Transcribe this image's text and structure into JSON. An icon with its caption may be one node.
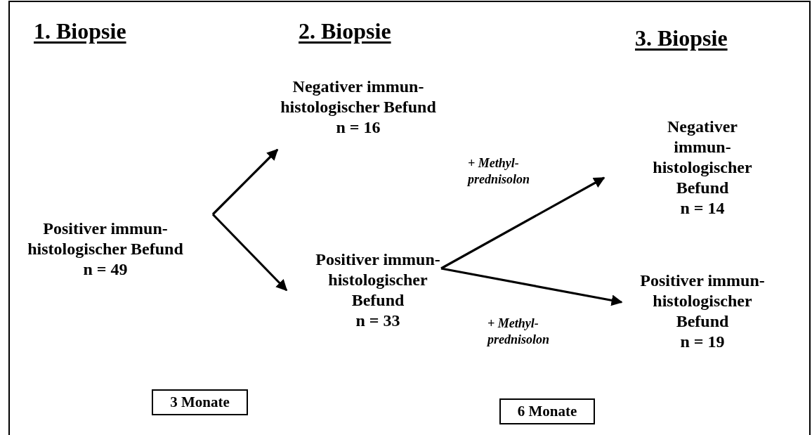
{
  "diagram": {
    "nodes": [
      {
        "text": [
          "Positiver immun- histologischer Befund",
          "n = 49"
        ]
      },
      {
        "text": [
          "Negativer immun- histologischer Befund",
          "n = 16"
        ]
      },
      {
        "text": [
          "Positiver immun- histologischer Befund",
          "n = 33"
        ]
      },
      {
        "text": [
          "Negativer immun- histologischer Befund",
          "n = 14"
        ]
      },
      {
        "text": [
          "Positiver immun- histologischer Befund",
          "n = 19"
        ]
      },
      {
        "text": [
          "3 Monate"
        ]
      },
      {
        "text": [
          "6 Monate"
        ]
      }
    ],
    "edges": [
      {
        "from": 0,
        "to": 1,
        "arrow": "to"
      },
      {
        "from": 0,
        "to": 2,
        "arrow": "to"
      },
      {
        "from": 2,
        "to": 3,
        "arrow": "to",
        "label": "+ Methyl- prednisolon"
      },
      {
        "from": 2,
        "to": 4,
        "arrow": "to",
        "label": "+ Methyl- prednisolon"
      }
    ],
    "labels": [
      "1. Biopsie",
      "2. Biopsie",
      "3. Biopsie"
    ]
  }
}
